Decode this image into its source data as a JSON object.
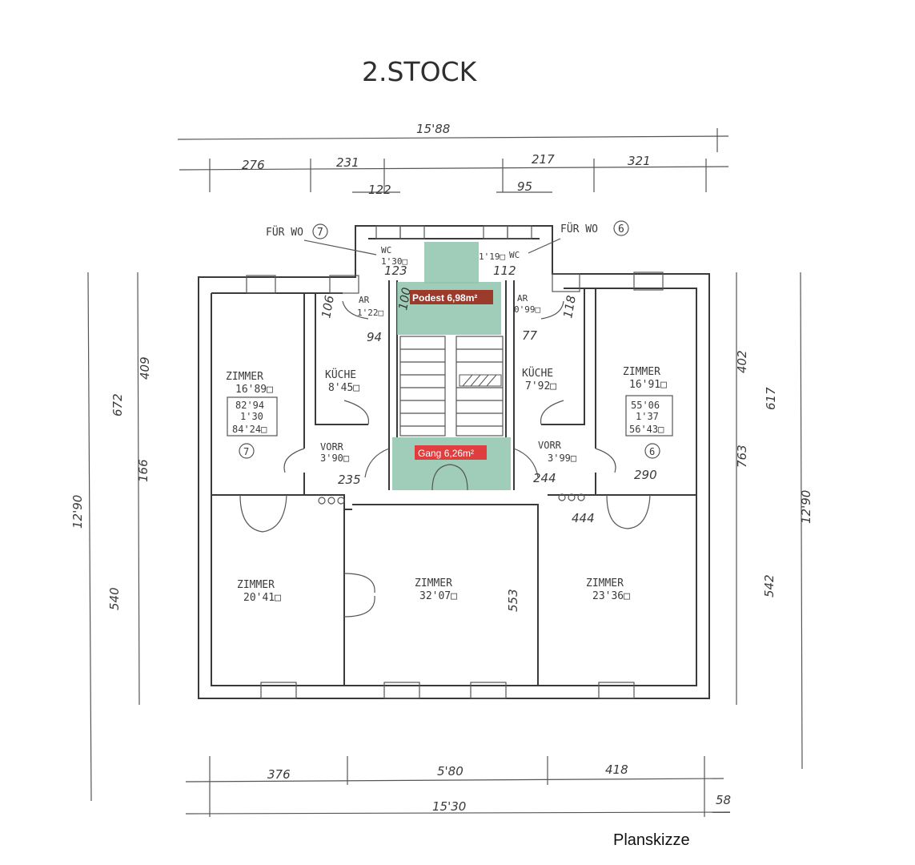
{
  "title": "2.STOCK",
  "caption": "Planskizze",
  "highlights": {
    "podest": {
      "label": "Podest 6,98m²",
      "fill": "#8fc4ae",
      "label_bg": "#9b3b2c",
      "label_color": "#ffffff"
    },
    "gang": {
      "label": "Gang 6,26m²",
      "fill": "#8fc4ae",
      "label_bg": "#e03e3e",
      "label_color": "#ffffff"
    }
  },
  "dimensions": {
    "top_total": "15'88",
    "top_segments": [
      "276",
      "231",
      "217",
      "321"
    ],
    "top_small": [
      "122",
      "95"
    ],
    "bottom_segments": [
      "376",
      "5'80",
      "418"
    ],
    "bottom_total": "15'30",
    "bottom_small": "58",
    "left_outer": "12'90",
    "left_inner": [
      "672",
      "409",
      "166",
      "540"
    ],
    "right_outer": "12'90",
    "right_inner": [
      "402",
      "617",
      "763",
      "542"
    ],
    "interior": [
      "123",
      "112",
      "106",
      "100",
      "118",
      "94",
      "77",
      "235",
      "244",
      "290",
      "444",
      "553"
    ]
  },
  "units": {
    "wo7": {
      "label": "FÜR WO",
      "number": "7"
    },
    "wo6": {
      "label": "FÜR WO",
      "number": "6"
    }
  },
  "rooms": [
    {
      "name": "ZIMMER",
      "area": "16'89□"
    },
    {
      "name": "KÜCHE",
      "area": "8'45□"
    },
    {
      "name": "KÜCHE",
      "area": "7'92□"
    },
    {
      "name": "ZIMMER",
      "area": "16'91□"
    },
    {
      "name": "VORR",
      "area": "3'90□"
    },
    {
      "name": "VORR",
      "area": "3'99□"
    },
    {
      "name": "ZIMMER",
      "area": "20'41□"
    },
    {
      "name": "ZIMMER",
      "area": "32'07□"
    },
    {
      "name": "ZIMMER",
      "area": "23'36□"
    },
    {
      "name": "WC",
      "area": "1'30□"
    },
    {
      "name": "WC",
      "area": "1'19□"
    },
    {
      "name": "AR",
      "area": "1'22□"
    },
    {
      "name": "AR",
      "area": "0'99□"
    }
  ],
  "apartments": [
    {
      "number": "7",
      "sum_lines": [
        "82'94",
        "1'30",
        "84'24□"
      ]
    },
    {
      "number": "6",
      "sum_lines": [
        "55'06",
        "1'37",
        "56'43□"
      ]
    }
  ]
}
